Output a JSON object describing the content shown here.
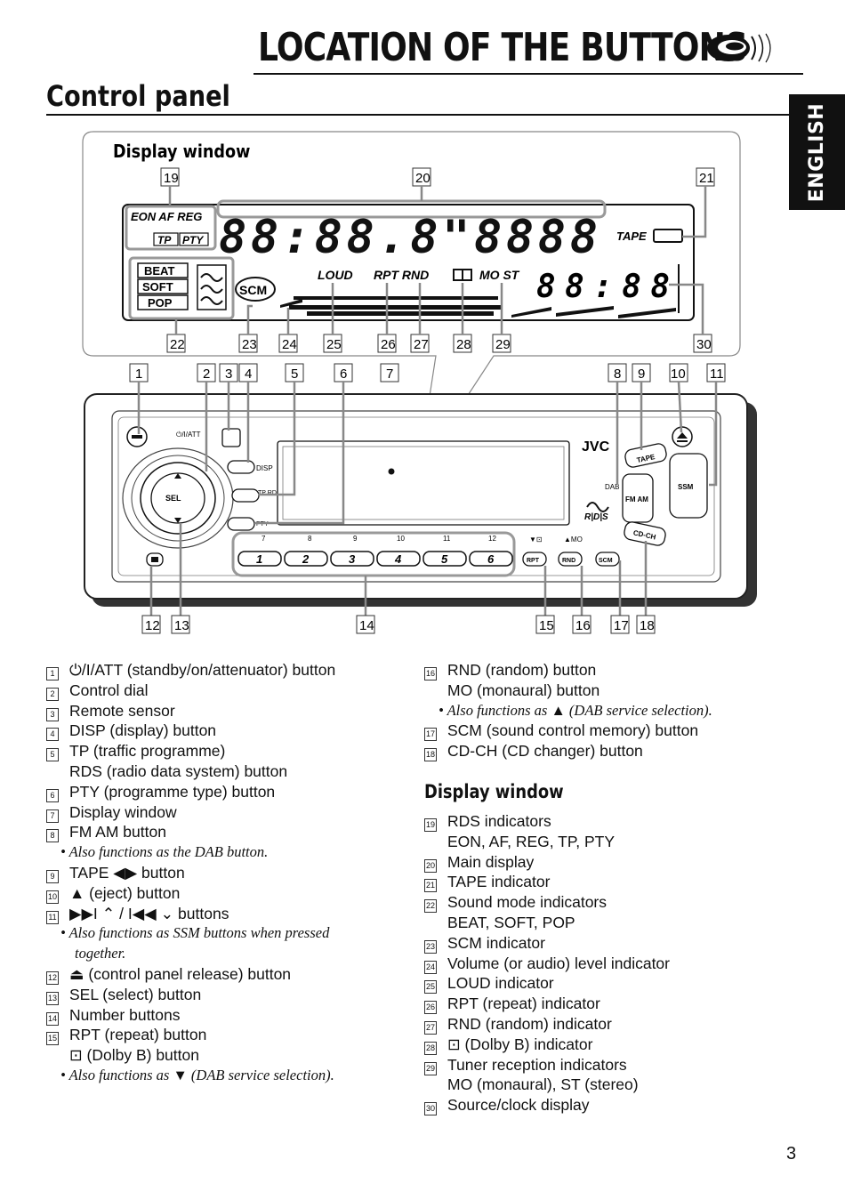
{
  "page": {
    "title": "LOCATION OF THE BUTTONS",
    "section_title": "Control panel",
    "language_tab": "ENGLISH",
    "page_number": "3"
  },
  "diagram": {
    "display_window_label": "Display window",
    "lcd": {
      "rds_line1": "EON AF REG",
      "tp": "TP",
      "pty": "PTY",
      "main_digits": "88:88.8\"8888",
      "tape": "TAPE",
      "beat": "BEAT",
      "soft": "SOFT",
      "pop": "POP",
      "scm": "SCM",
      "loud": "LOUD",
      "rpt_rnd": "RPT RND",
      "mo_st": "MO ST",
      "clock_digits": "88:88"
    },
    "unit": {
      "att_label": "⏻/I/ATT",
      "disp": "DISP",
      "tp_rds": "TP RDS",
      "pty": "PTY",
      "sel": "SEL",
      "jvc": "JVC",
      "dab": "DAB",
      "tape_btn": "TAPE",
      "fm_am": "FM AM",
      "ssm": "SSM",
      "cdch": "CD-CH",
      "rpt": "RPT",
      "rnd": "RND",
      "scm": "SCM",
      "dolby_label": "▼⊡",
      "mo_label": "▲MO",
      "top_numbers": [
        "7",
        "8",
        "9",
        "10",
        "11",
        "12"
      ],
      "preset_numbers": [
        "1",
        "2",
        "3",
        "4",
        "5",
        "6"
      ]
    },
    "callouts_top_display": [
      "19",
      "20",
      "21"
    ],
    "callouts_bottom_display": [
      "22",
      "23",
      "24",
      "25",
      "26",
      "27",
      "28",
      "29",
      "30"
    ],
    "callouts_unit_top": [
      "1",
      "2",
      "3",
      "4",
      "5",
      "6",
      "7",
      "8",
      "9",
      "10",
      "11"
    ],
    "callouts_unit_bottom": [
      "12",
      "13",
      "14",
      "15",
      "16",
      "17",
      "18"
    ]
  },
  "legend_left": [
    {
      "n": "1",
      "text": "⏻/I/ATT  (standby/on/attenuator) button"
    },
    {
      "n": "2",
      "text": "Control dial"
    },
    {
      "n": "3",
      "text": "Remote sensor"
    },
    {
      "n": "4",
      "text": "DISP (display) button"
    },
    {
      "n": "5",
      "text": "TP (traffic programme)",
      "cont": "RDS (radio data system) button"
    },
    {
      "n": "6",
      "text": "PTY (programme type) button"
    },
    {
      "n": "7",
      "text": "Display window"
    },
    {
      "n": "8",
      "text": "FM AM button",
      "note": "• Also functions as the DAB button."
    },
    {
      "n": "9",
      "text": "TAPE ◀▶ button"
    },
    {
      "n": "10",
      "text": "▲ (eject) button"
    },
    {
      "n": "11",
      "text": "▶▶I ⌃ / I◀◀ ⌄ buttons",
      "note": "• Also functions as SSM buttons when pressed",
      "note2": "together."
    },
    {
      "n": "12",
      "text": "⏏ (control panel release) button"
    },
    {
      "n": "13",
      "text": "SEL (select) button"
    },
    {
      "n": "14",
      "text": "Number buttons"
    },
    {
      "n": "15",
      "text": "RPT (repeat) button",
      "cont": "⊡ (Dolby B) button",
      "note": "• Also functions as ▼ (DAB service selection)."
    }
  ],
  "legend_right": [
    {
      "n": "16",
      "text": "RND (random) button",
      "cont": "MO (monaural) button",
      "note": "• Also functions as ▲ (DAB service selection)."
    },
    {
      "n": "17",
      "text": "SCM (sound control memory) button"
    },
    {
      "n": "18",
      "text": "CD-CH (CD changer) button"
    }
  ],
  "display_window_title": "Display window",
  "legend_right2": [
    {
      "n": "19",
      "text": "RDS indicators",
      "cont": "EON, AF, REG, TP, PTY"
    },
    {
      "n": "20",
      "text": "Main display"
    },
    {
      "n": "21",
      "text": "TAPE indicator"
    },
    {
      "n": "22",
      "text": "Sound mode indicators",
      "cont": "BEAT, SOFT, POP"
    },
    {
      "n": "23",
      "text": "SCM indicator"
    },
    {
      "n": "24",
      "text": "Volume (or audio) level indicator"
    },
    {
      "n": "25",
      "text": "LOUD indicator"
    },
    {
      "n": "26",
      "text": "RPT (repeat) indicator"
    },
    {
      "n": "27",
      "text": "RND (random) indicator"
    },
    {
      "n": "28",
      "text": "⊡ (Dolby B) indicator"
    },
    {
      "n": "29",
      "text": "Tuner reception indicators",
      "cont": "MO (monaural), ST (stereo)"
    },
    {
      "n": "30",
      "text": "Source/clock display"
    }
  ]
}
